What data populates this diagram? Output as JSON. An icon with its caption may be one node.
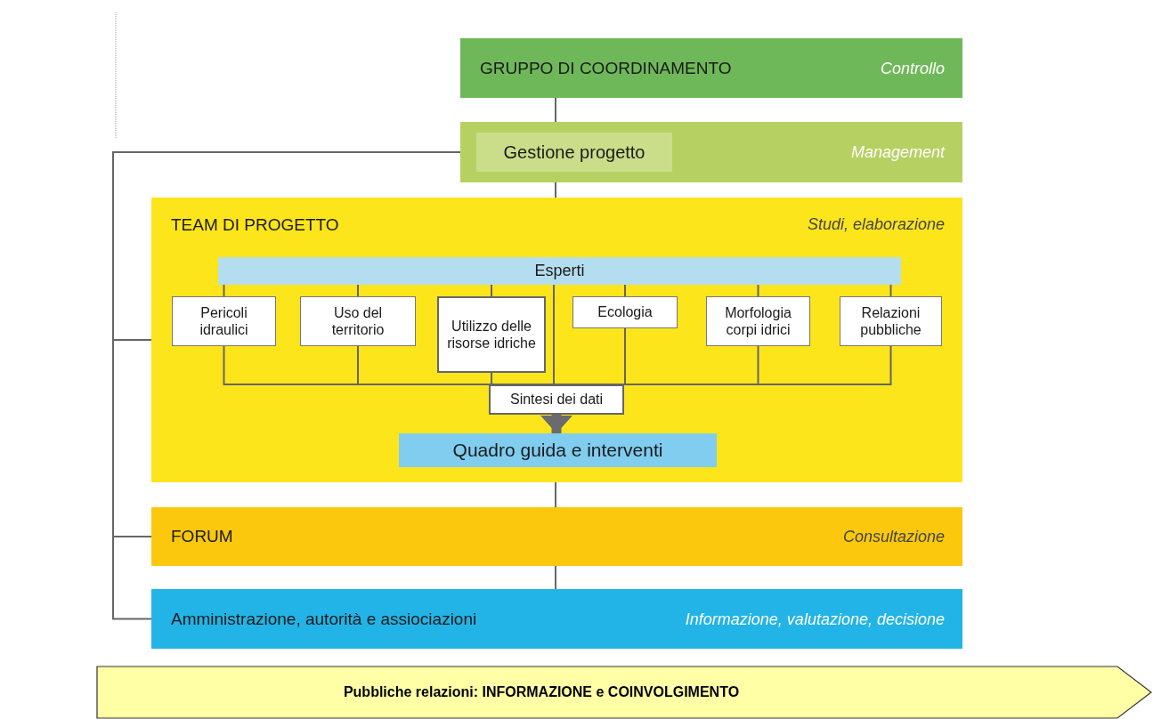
{
  "diagram": {
    "nodes": [
      {
        "text": [
          "GRUPPO DI COORDINAMENTO",
          "Controllo"
        ]
      },
      {
        "text": [
          "Management"
        ]
      },
      {
        "text": [
          "Gestione progetto"
        ],
        "in": 1
      },
      {
        "text": [
          "TEAM DI PROGETTO",
          "Studi, elaborazione"
        ]
      },
      {
        "text": [
          "Esperti"
        ],
        "in": 3
      },
      {
        "text": [
          "Pericoli idraulici"
        ],
        "in": 3
      },
      {
        "text": [
          "Uso del territorio"
        ],
        "in": 3
      },
      {
        "text": [
          "Utilizzo delle risorse idriche"
        ],
        "in": 3
      },
      {
        "text": [
          "Ecologia"
        ],
        "in": 3
      },
      {
        "text": [
          "Morfologia corpi idrici"
        ],
        "in": 3
      },
      {
        "text": [
          "Relazioni pubbliche"
        ],
        "in": 3
      },
      {
        "text": [
          "Sintesi dei dati"
        ],
        "in": 3
      },
      {
        "text": [
          "Quadro guida e interventi"
        ],
        "in": 3
      },
      {
        "text": [
          "FORUM",
          "Consultazione"
        ]
      },
      {
        "text": [
          "Amministrazione, autorità e assiociazioni",
          "Informazione, valutazione, decisione"
        ]
      },
      {
        "text": [
          "Pubbliche relazioni: INFORMAZIONE e COINVOLGIMENTO"
        ]
      }
    ],
    "edges": [
      {
        "from": 0,
        "to": 1,
        "arrow": "none"
      },
      {
        "from": 1,
        "to": 3,
        "arrow": "none"
      },
      {
        "from": 1,
        "to": 3,
        "arrow": "none"
      },
      {
        "from": 1,
        "to": 13,
        "arrow": "none"
      },
      {
        "from": 1,
        "to": 14,
        "arrow": "none"
      },
      {
        "from": 3,
        "to": 13,
        "arrow": "none"
      },
      {
        "from": 13,
        "to": 14,
        "arrow": "none"
      },
      {
        "from": 4,
        "to": 5,
        "arrow": "none"
      },
      {
        "from": 4,
        "to": 6,
        "arrow": "none"
      },
      {
        "from": 4,
        "to": 7,
        "arrow": "none"
      },
      {
        "from": 4,
        "to": 8,
        "arrow": "none"
      },
      {
        "from": 4,
        "to": 9,
        "arrow": "none"
      },
      {
        "from": 4,
        "to": 10,
        "arrow": "none"
      },
      {
        "from": 4,
        "to": 11,
        "arrow": "none"
      },
      {
        "from": 5,
        "to": 11,
        "arrow": "none"
      },
      {
        "from": 6,
        "to": 11,
        "arrow": "none"
      },
      {
        "from": 7,
        "to": 11,
        "arrow": "none"
      },
      {
        "from": 8,
        "to": 11,
        "arrow": "none"
      },
      {
        "from": 9,
        "to": 11,
        "arrow": "none"
      },
      {
        "from": 10,
        "to": 11,
        "arrow": "none"
      },
      {
        "from": 11,
        "to": 12,
        "arrow": "to",
        "style": "thick"
      }
    ]
  }
}
